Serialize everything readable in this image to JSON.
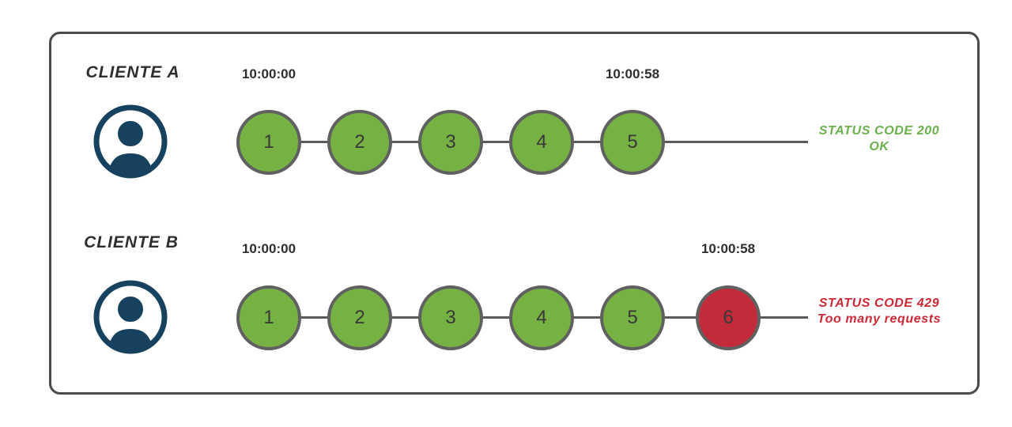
{
  "colors": {
    "green": "#76b143",
    "red": "#c42b3a",
    "navy": "#17425f",
    "line_gray": "#5a5a5a",
    "circle_border": "#606060",
    "frame_border": "#4a4a4a",
    "status_green": "#6ab04c",
    "status_red": "#cc2936",
    "text_dark": "#2e2e2e"
  },
  "clients": [
    {
      "label": "CLIENTE A",
      "t_start": "10:00:00",
      "t_end": "10:00:58",
      "requests": [
        "1",
        "2",
        "3",
        "4",
        "5"
      ],
      "status_line1": "STATUS CODE 200",
      "status_line2": "OK",
      "status_kind": "ok"
    },
    {
      "label": "CLIENTE B",
      "t_start": "10:00:00",
      "t_end": "10:00:58",
      "requests": [
        "1",
        "2",
        "3",
        "4",
        "5",
        "6"
      ],
      "status_line1": "STATUS CODE 429",
      "status_line2": "Too many requests",
      "status_kind": "error"
    }
  ]
}
